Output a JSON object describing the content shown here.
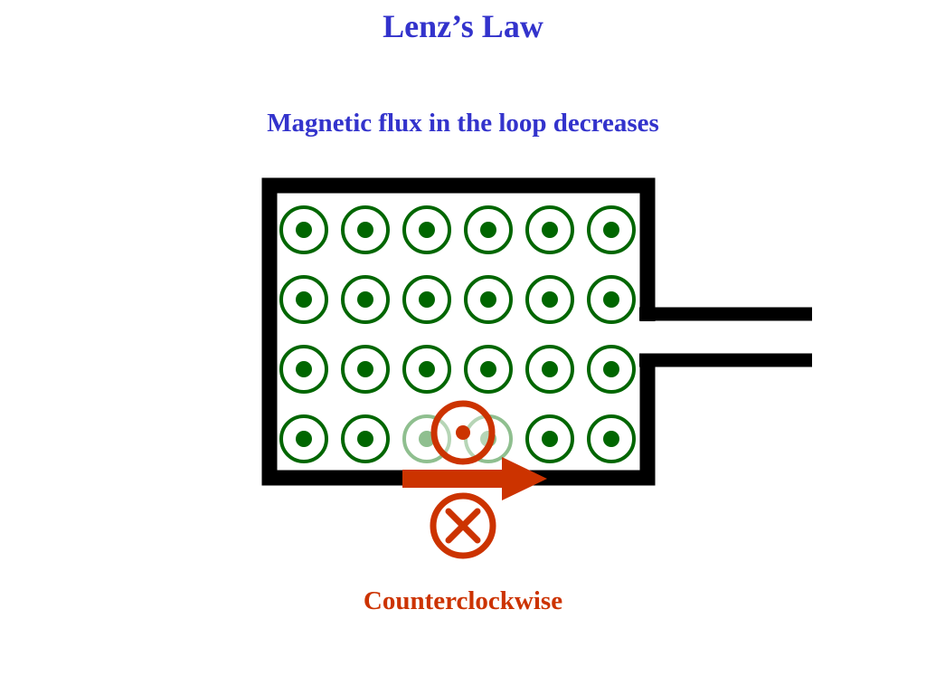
{
  "title": "Lenz’s Law",
  "subtitle": "Magnetic flux in the loop decreases",
  "caption": "Counterclockwise",
  "colors": {
    "title": "#3333cc",
    "subtitle": "#3333cc",
    "caption": "#cc3300",
    "field": "#006600",
    "field_faded": "#8fbf8f",
    "induced": "#cc3300",
    "loop": "#000000"
  },
  "field": {
    "direction": "out-of-page",
    "rows": 4,
    "cols": 6
  },
  "icons": {
    "field_symbol": "dot-in-circle-icon",
    "induced_out_symbol": "dot-in-circle-icon",
    "induced_in_symbol": "cross-in-circle-icon",
    "motion": "arrow-right-icon"
  }
}
